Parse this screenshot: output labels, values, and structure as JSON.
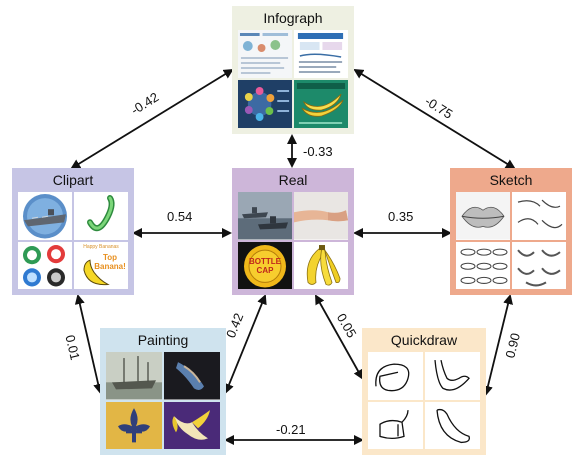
{
  "domains": {
    "infograph": {
      "title": "Infograph",
      "bg": "#eef0e2"
    },
    "clipart": {
      "title": "Clipart",
      "bg": "#c6c5e5"
    },
    "real": {
      "title": "Real",
      "bg": "#cdb6d9"
    },
    "sketch": {
      "title": "Sketch",
      "bg": "#eea98c"
    },
    "painting": {
      "title": "Painting",
      "bg": "#cfe3ee"
    },
    "quickdraw": {
      "title": "Quickdraw",
      "bg": "#fbe7c9"
    }
  },
  "thumbnails": {
    "clipart_top_text": "Happy Bananas",
    "clipart_banana_text": "Top Banana!",
    "real_bottlecap_text": "BOTTLE CAP"
  },
  "edges": {
    "infograph_clipart": "-0.42",
    "infograph_sketch": "-0.75",
    "infograph_real": "-0.33",
    "clipart_real": "0.54",
    "real_sketch": "0.35",
    "clipart_painting": "0.01",
    "real_painting": "0.42",
    "real_quickdraw": "0.05",
    "sketch_quickdraw": "0.90",
    "painting_quickdraw": "-0.21"
  }
}
